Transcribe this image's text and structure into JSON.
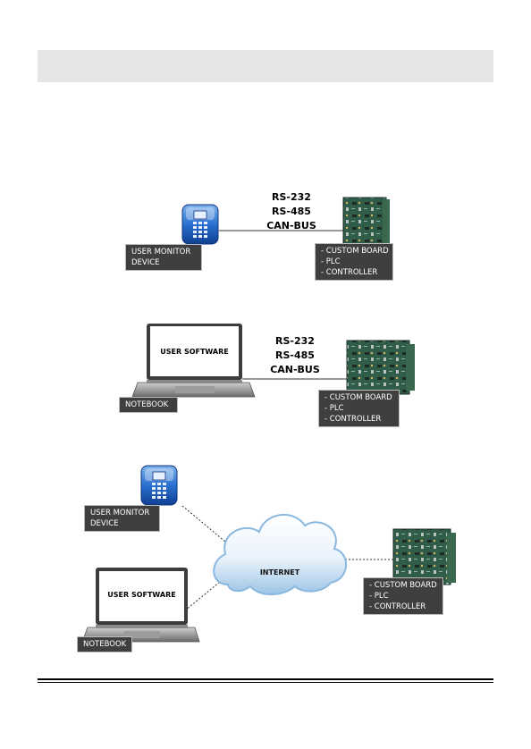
{
  "colors": {
    "header_bar": "#e6e6e6",
    "label_box": "#3f3f3f",
    "device_blue": "#1f63c6",
    "board_green": "#2f5d4a",
    "cloud_blue": "#9fc6e8"
  },
  "icons": {
    "monitor_device": "handheld-device-icon",
    "notebook": "laptop-icon",
    "board": "circuit-board-icon",
    "cloud": "cloud-icon"
  },
  "diagram1": {
    "protocols": [
      "RS-232",
      "RS-485",
      "CAN-BUS"
    ],
    "device_label": [
      "USER MONITOR",
      "DEVICE"
    ],
    "board_label": [
      "- CUSTOM BOARD",
      "- PLC",
      "- CONTROLLER"
    ]
  },
  "diagram2": {
    "protocols": [
      "RS-232",
      "RS-485",
      "CAN-BUS"
    ],
    "screen_text": "USER SOFTWARE",
    "device_label": [
      "NOTEBOOK"
    ],
    "board_label": [
      "- CUSTOM BOARD",
      "- PLC",
      "- CONTROLLER"
    ]
  },
  "diagram3": {
    "cloud_text": "INTERNET",
    "monitor_label": [
      "USER MONITOR",
      "DEVICE"
    ],
    "screen_text": "USER SOFTWARE",
    "notebook_label": [
      "NOTEBOOK"
    ],
    "board_label": [
      "- CUSTOM BOARD",
      "- PLC",
      "- CONTROLLER"
    ]
  }
}
